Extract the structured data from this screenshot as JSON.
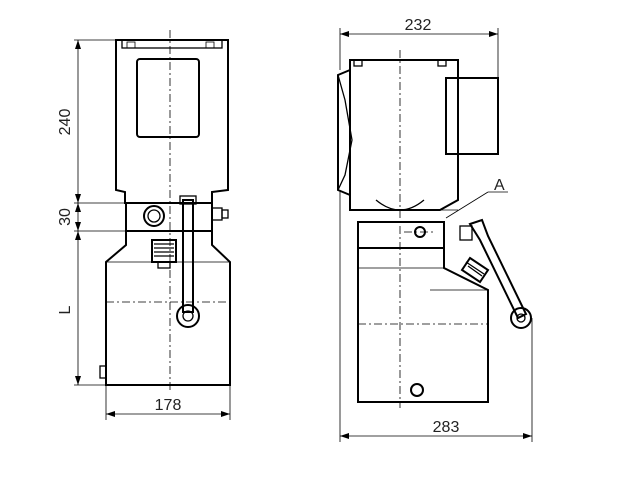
{
  "drawing": {
    "front_view": {
      "dim_height_motor": "240",
      "dim_height_block": "30",
      "dim_height_tank": "L",
      "dim_width": "178"
    },
    "side_view": {
      "dim_width_top": "232",
      "dim_width_bottom": "283",
      "callout_label": "A"
    }
  }
}
